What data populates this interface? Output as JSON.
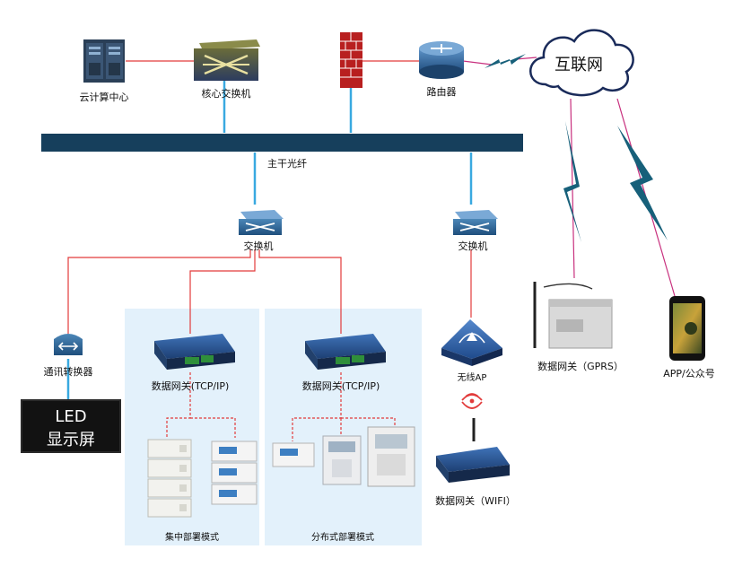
{
  "labels": {
    "cloud_center": "云计算中心",
    "core_switch": "核心交换机",
    "router": "路由器",
    "internet": "互联网",
    "backbone": "主干光纤",
    "switch_left": "交换机",
    "switch_right": "交换机",
    "comm_converter": "通讯转换器",
    "led_line1": "LED",
    "led_line2": "显示屏",
    "gateway_tcp_1": "数据网关(TCP/IP)",
    "gateway_tcp_2": "数据网关(TCP/IP)",
    "wireless_ap": "无线AP",
    "gateway_wifi": "数据网关（WIFI）",
    "gateway_gprs": "数据网关（GPRS）",
    "app": "APP/公众号",
    "centralized_mode": "集中部署模式",
    "distributed_mode": "分布式部署模式"
  },
  "colors": {
    "red_link": "#e23b3b",
    "blue_link": "#39a9e0",
    "magenta_link": "#c8307e",
    "bolt": "#17607a",
    "backbone": "#163f5c",
    "panel": "#e3f1fb"
  },
  "icons": {
    "server": "server-rack-icon",
    "core_switch": "core-switch-icon",
    "firewall": "firewall-icon",
    "router": "router-icon",
    "cloud": "cloud-icon",
    "switch": "network-switch-icon",
    "ap": "wireless-ap-icon",
    "gateway": "gateway-device-icon",
    "phone": "smartphone-icon"
  }
}
